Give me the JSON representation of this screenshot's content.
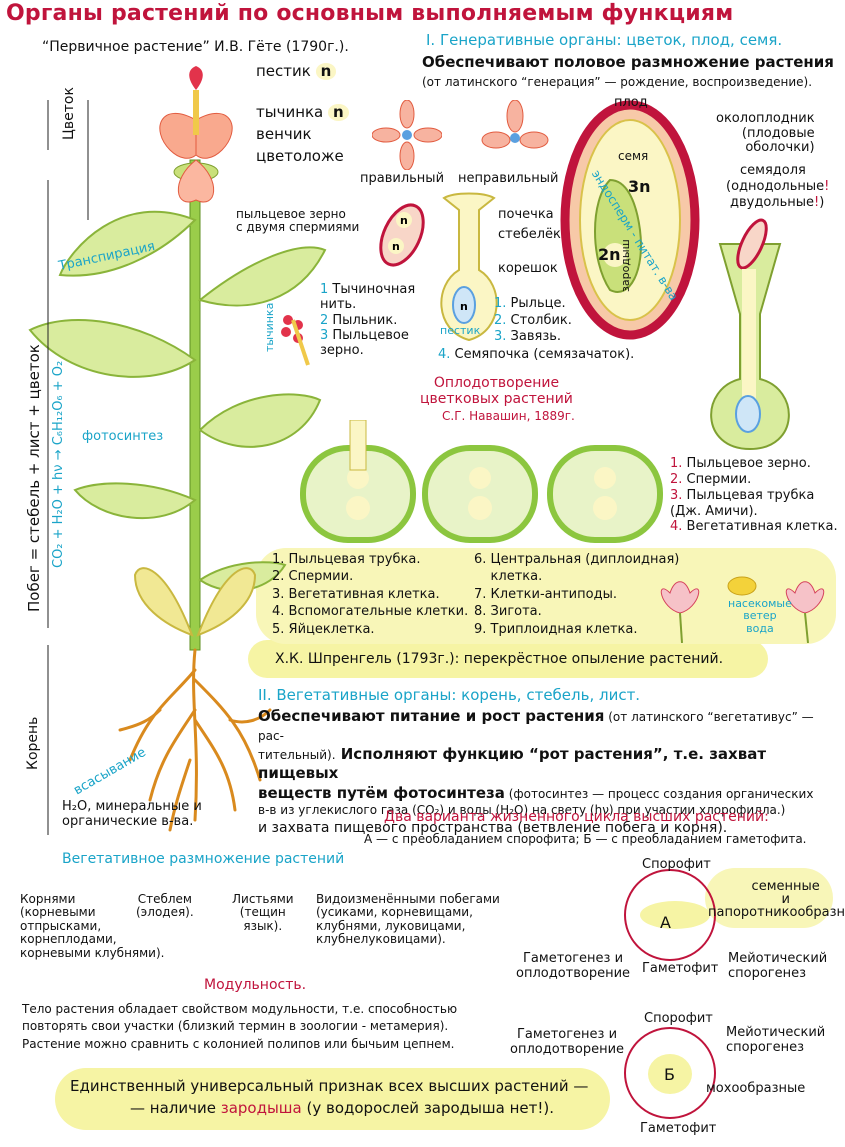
{
  "title": "Органы растений по основным выполняемым функциям",
  "goethe": "“Первичное растение” И.В. Гёте (1790г.).",
  "flower_parts": {
    "pistil": "пестик",
    "stamen": "тычинка",
    "corolla": "венчик",
    "receptacle": "цветоложе",
    "n": "n"
  },
  "axis_labels": {
    "flower": "Цветок",
    "shoot": "Побег = стебель + лист + цветок",
    "root": "Корень",
    "transpiration": "Транспирация",
    "photosynthesis": "фотосинтез",
    "formula": "CO₂ + H₂O + hν → C₆H₁₂O₆ + O₂",
    "absorption": "всасывание",
    "absorbed": "H₂O, минеральные и\nорганические в-ва."
  },
  "generative": {
    "heading": "I. Генеративные органы: цветок, плод, семя.",
    "line1": "Обеспечивают половое размножение растения",
    "line2": "(от латинского “генерация” — рождение, воспроизведение).",
    "regular": "правильный",
    "irregular": "неправильный",
    "pollen_grain": "пыльцевое зерно\nс двумя спермиями",
    "stamen_rot": "тычинка",
    "stamen_list": [
      "Тычиночная\nнить.",
      "Пыльник.",
      "Пыльцевое\nзерно."
    ],
    "pistil_rot": "пестик",
    "pistil_list": [
      "Рыльце.",
      "Столбик.",
      "Завязь.",
      "Семяпочка (семязачаток)."
    ],
    "seed_parts": {
      "bud": "почечка",
      "stem": "стебелёк",
      "rootlet": "корешок"
    },
    "fruit": {
      "fruit": "плод",
      "pericarp": "околоплодник\n(плодовые\nоболочки)",
      "seed": "семя",
      "endosperm": "эндосперм - питат. в-ва",
      "embryo": "зародыш",
      "cotyledon_line1": "семядоля",
      "cotyledon_line2": "(однодольные",
      "cotyledon_line3": "двудольные",
      "ploidy_3n": "3n",
      "ploidy_2n": "2n"
    }
  },
  "fertilization": {
    "heading": "Оплодотворение\nцветковых растений",
    "credit": "С.Г. Навашин, 1889г.",
    "list_left": [
      "1. Пыльцевая трубка.",
      "2. Спермии.",
      "3. Вегетативная клетка.",
      "4. Вспомогательные клетки.",
      "5. Яйцеклетка."
    ],
    "list_right": [
      "6. Центральная (диплоидная)\n    клетка.",
      "7. Клетки-антиподы.",
      "8. Зигота.",
      "9. Триплоидная клетка."
    ],
    "pollen_list": [
      "Пыльцевое зерно.",
      "Спермии.",
      "Пыльцевая трубка\n(Дж. Амичи).",
      "Вегетативная клетка."
    ],
    "pollinators": "насекомые\nветер\nвода"
  },
  "sprengel": "Х.К. Шпренгель (1793г.): перекрёстное опыление растений.",
  "vegetative": {
    "heading": "II. Вегетативные органы: корень, стебель, лист.",
    "p1_bold": "Обеспечивают питание и рост растения",
    "p1_rest": " (от латинского “вегетативус” — рас-",
    "p2": "тительный).",
    "p2_bold": " Исполняют функцию “рот растения”, т.е. захват пищевых",
    "p3_bold": "веществ путём фотосинтеза",
    "p3_rest": " (фотосинтез — процесс создания органических",
    "p4": "в-в  из углекислого газа (CO₂) и воды (H₂O) на свету (hν) при участии хлорофилла.)",
    "p5": "и захвата пищевого пространства (ветвление побега и корня)."
  },
  "life_cycle": {
    "heading": "Два варианта жизненного цикла высших растений:",
    "sub": "А — с преобладанием спорофита; Б — с преобладанием гаметофита.",
    "sporophyte": "Спорофит",
    "gametophyte": "Гаметофит",
    "gametogenesis": "Гаметогенез и\nоплодотворение",
    "meiotic": "Мейотический\nспорогенез",
    "seed_plants": "семенные\nи\nпапоротникообразные",
    "mosses": "мохообразные",
    "a": "А",
    "b": "Б"
  },
  "veg_repro": {
    "heading": "Вегетативное размножение растений",
    "roots": "Корнями\n(корневыми\nотпрысками,\nкорнеплодами,\nкорневыми клубнями).",
    "stem": "Стеблем\n(элодея).",
    "leaves": "Листьями\n(тещин\nязык).",
    "modified": "Видоизменёнными побегами\n(усиками, корневищами,\nклубнями, луковицами,\nклубнелуковицами)."
  },
  "modularity": {
    "heading": "Модульность.",
    "text": "Тело растения обладает свойством модульности, т.е. способностью\nповторять свои участки (близкий термин в зоологии - метамерия).\nРастение можно сравнить с колонией полипов или бычьим цепнем."
  },
  "universal": {
    "line1": "Единственный универсальный признак всех высших растений —",
    "line2_a": "— наличие ",
    "line2_b": "зародыша",
    "line2_c": " (у водорослей зародыша нет!)."
  },
  "colors": {
    "title": "#c0143c",
    "cyan": "#1aa4c8",
    "leaf": "#8cc63f",
    "root": "#d98a1e",
    "yellow": "#f6f4a4"
  }
}
